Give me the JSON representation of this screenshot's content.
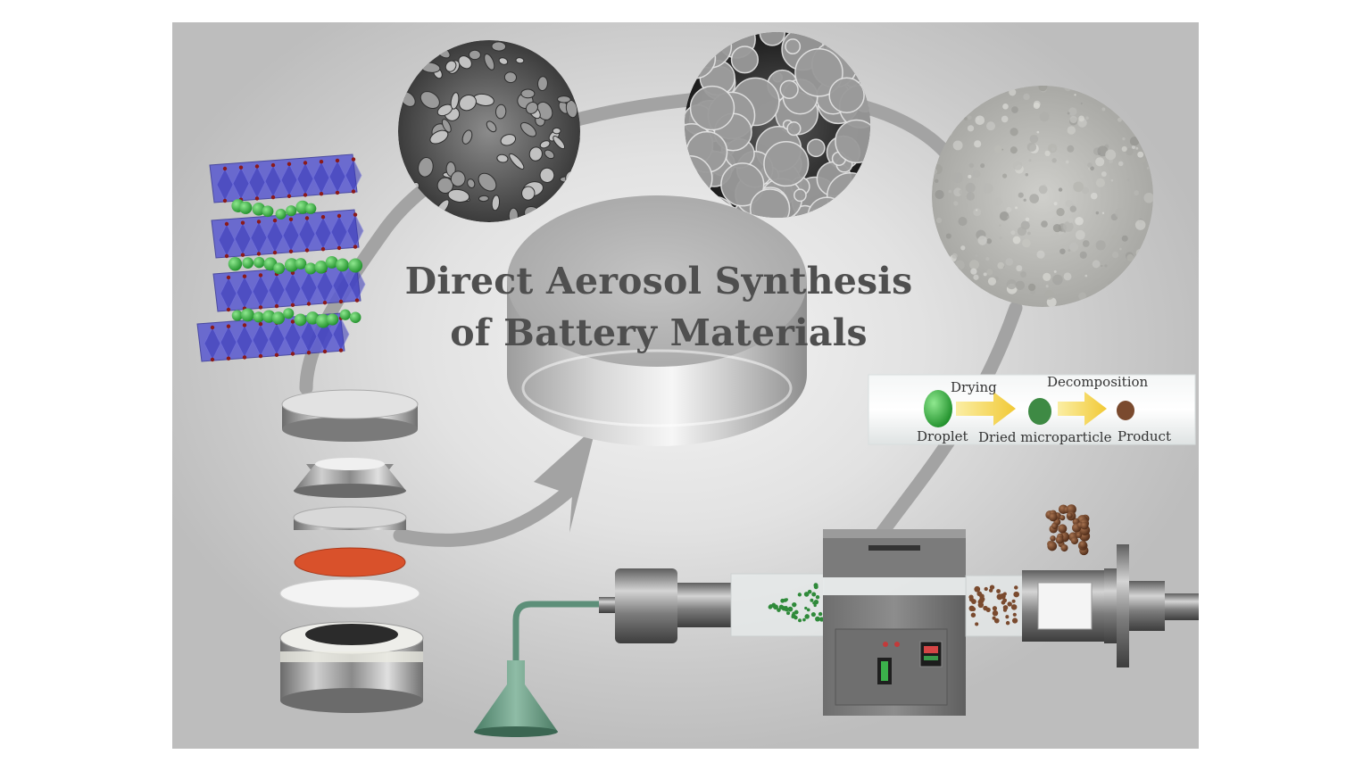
{
  "title": {
    "line1": "Direct Aerosol Synthesis",
    "line2": "of Battery Materials"
  },
  "process": {
    "stage1": "Drying",
    "stage2": "Decomposition",
    "droplet": "Droplet",
    "dried": "Dried microparticle",
    "product": "Product"
  },
  "colors": {
    "arrow": "#a3a3a3",
    "droplet": "#3f9a45",
    "dried": "#3e8a44",
    "product": "#7a4a2e",
    "crystal_layer": "#5a5ad0",
    "lithium_ion": "#2fc63a",
    "separator": "#d9512b",
    "flow_arrow": "#f3d452"
  }
}
